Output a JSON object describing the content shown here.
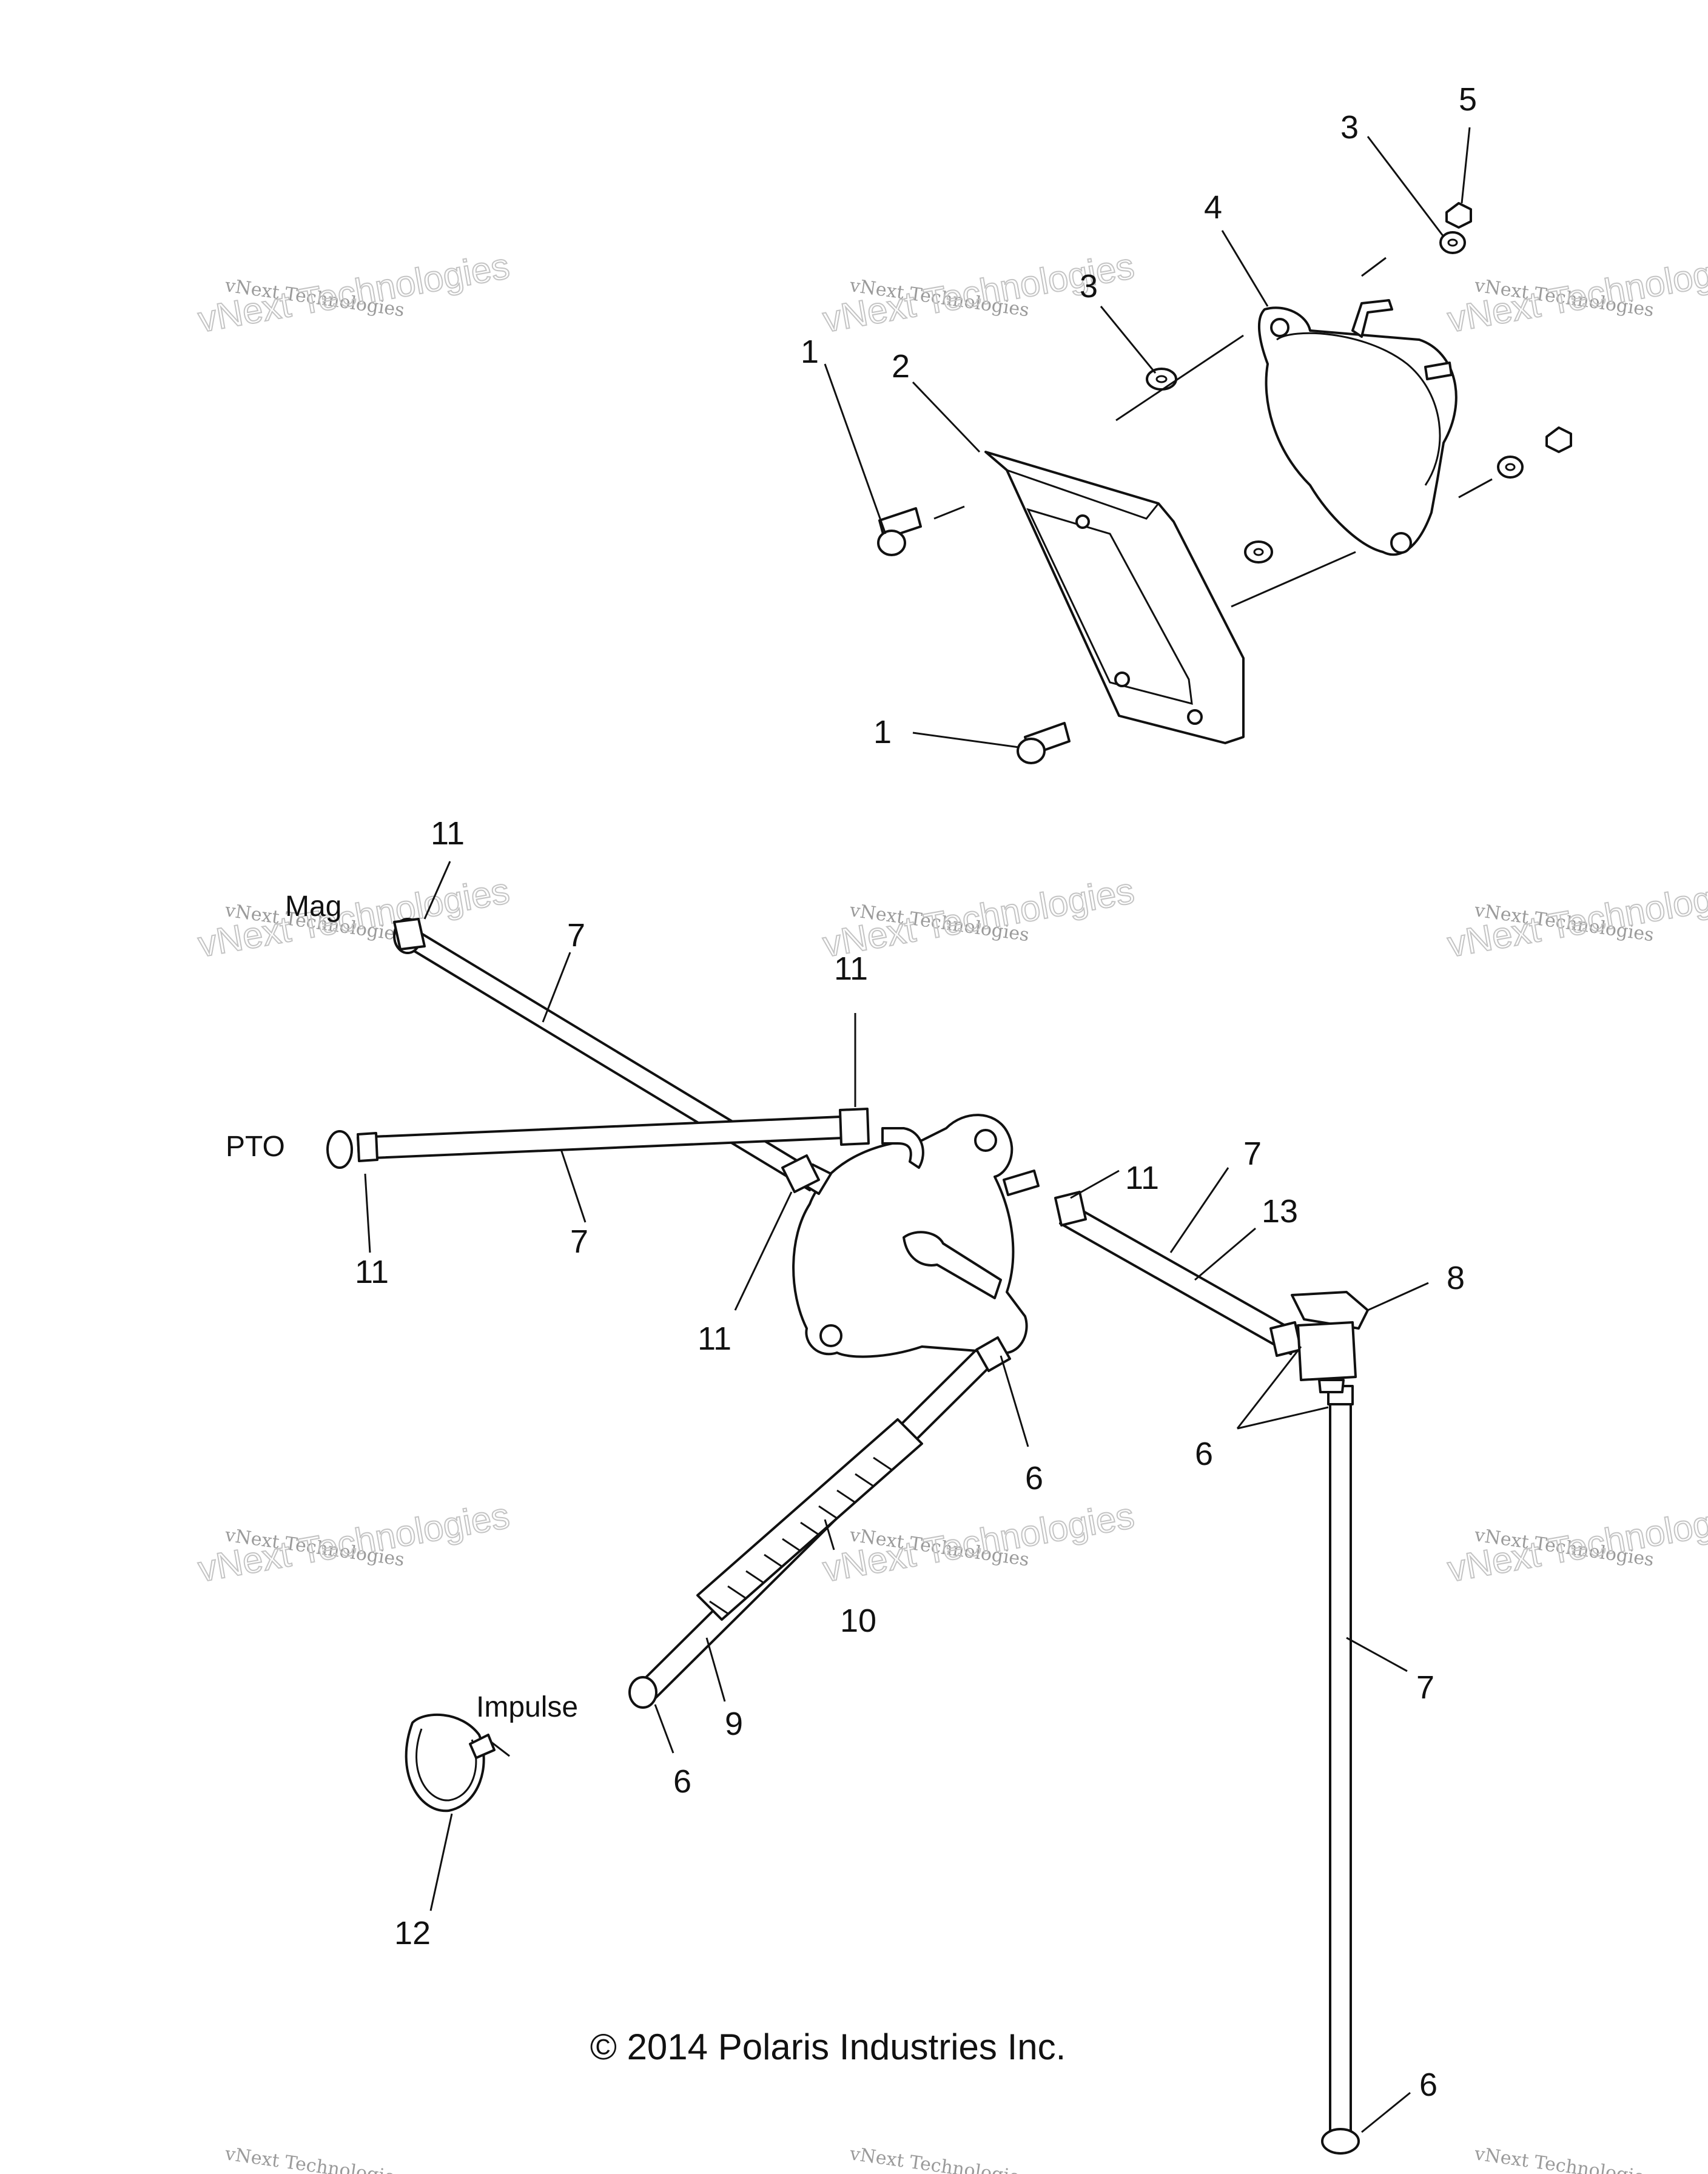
{
  "diagram": {
    "callouts": {
      "c1a": "1",
      "c1b": "1",
      "c2": "2",
      "c3a": "3",
      "c3b": "3",
      "c4": "4",
      "c5": "5",
      "c11a": "11",
      "c11b": "11",
      "c11c": "11",
      "c11d": "11",
      "c11e": "11",
      "c7a": "7",
      "c7b": "7",
      "c7c": "7",
      "c7d": "7",
      "c13": "13",
      "c8": "8",
      "c6a": "6",
      "c6b": "6",
      "c6c": "6",
      "c6d": "6",
      "c10": "10",
      "c9": "9",
      "c12": "12"
    },
    "labels": {
      "mag": "Mag",
      "pto": "PTO",
      "impulse": "Impulse"
    },
    "watermark": {
      "line1": "vNext Technologies",
      "line2": "vNext Technologies"
    },
    "copyright": "© 2014 Polaris Industries Inc."
  }
}
